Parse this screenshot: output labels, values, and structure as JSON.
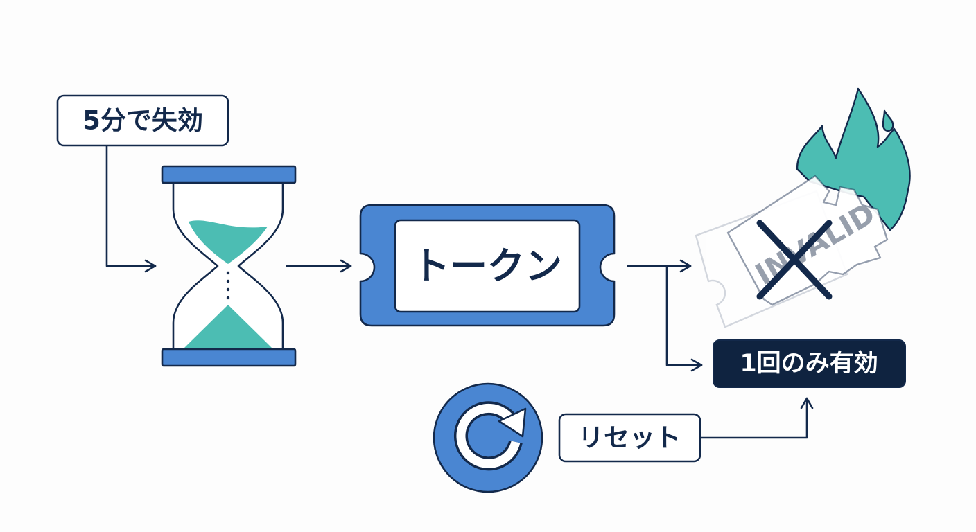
{
  "labels": {
    "expire": "5分で失効",
    "token": "トークン",
    "once": "1回のみ有効",
    "reset": "リセット",
    "invalid": "INVALID"
  },
  "icons": [
    "hourglass-icon",
    "token-ticket-icon",
    "burning-invalid-ticket-icon",
    "x-mark-icon",
    "reset-icon"
  ],
  "colors": {
    "navy": "#13294b",
    "blue": "#4a86d2",
    "teal": "#4cbdb3",
    "white": "#ffffff",
    "dark_badge": "#0f2340"
  }
}
